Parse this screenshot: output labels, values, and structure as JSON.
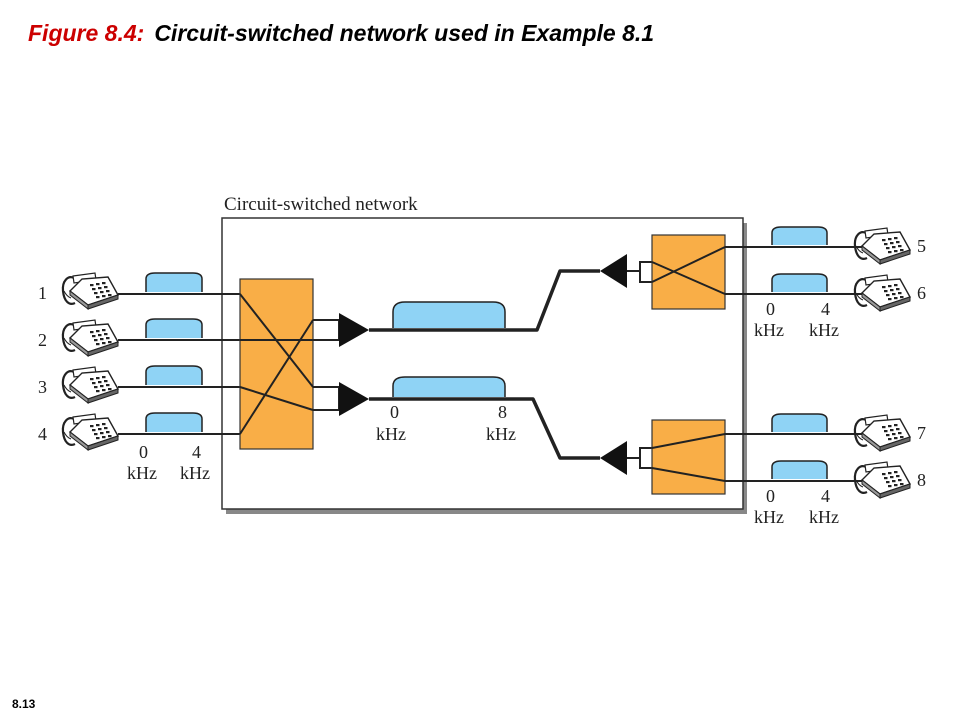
{
  "slide": {
    "figure_label": "Figure 8.4:",
    "title": "Circuit-switched network used in Example 8.1",
    "number": "8.13"
  },
  "network": {
    "label": "Circuit-switched network",
    "trunk_freq_start": "0",
    "trunk_freq_end": "8",
    "unit": "kHz"
  },
  "left_phones": [
    "1",
    "2",
    "3",
    "4"
  ],
  "right_phones": [
    "5",
    "6",
    "7",
    "8"
  ],
  "channel_freq_start": "0",
  "channel_freq_end": "4",
  "colors": {
    "switch_fill": "#f9ae47",
    "channel_fill": "#8fd3f5",
    "title_accent": "#cc0000",
    "box_shadow": "#888888"
  },
  "icons": [
    "telephone-icon",
    "multiplexer-icon",
    "demultiplexer-icon"
  ]
}
